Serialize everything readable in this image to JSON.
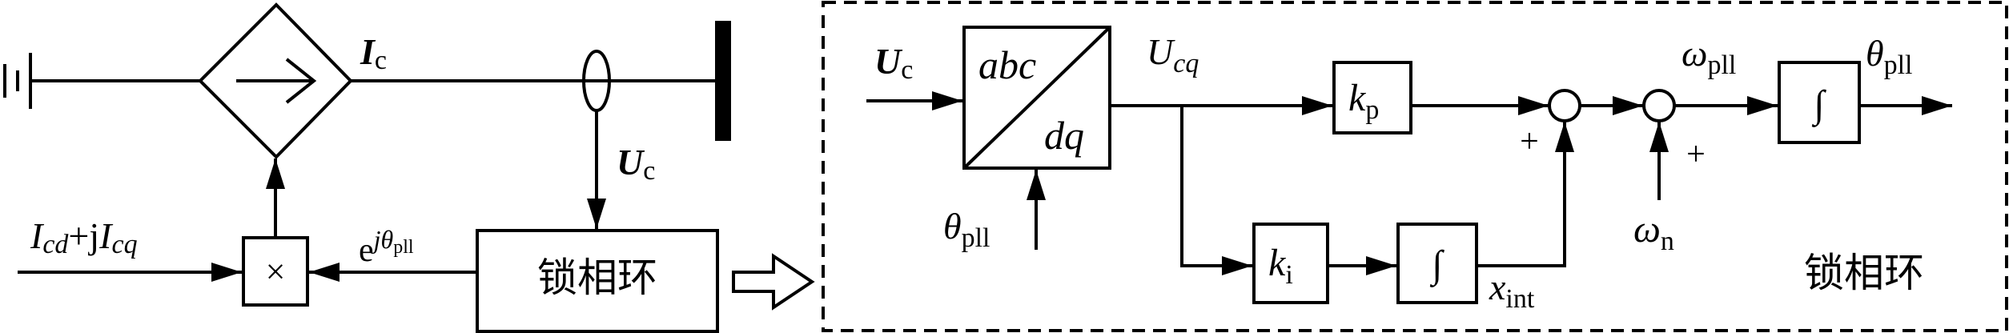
{
  "left": {
    "current_label": {
      "main": "I",
      "sub": "c"
    },
    "voltage_label": {
      "main": "U",
      "sub": "c"
    },
    "input_label": {
      "part1": "I",
      "sub1": "cd",
      "plus": "+j",
      "part2": "I",
      "sub2": "cq"
    },
    "multiply_symbol": "×",
    "exp_label": {
      "base": "e",
      "sup1": "jθ",
      "sup_sub": "pll"
    },
    "pll_label": "锁相环"
  },
  "right": {
    "uc_label": {
      "main": "U",
      "sub": "c"
    },
    "transform_top": "abc",
    "transform_bottom": "dq",
    "ucq_label": {
      "main": "U",
      "sub": "cq"
    },
    "theta_in_label": {
      "main": "θ",
      "sub": "pll"
    },
    "kp_label": {
      "main": "k",
      "sub": "p"
    },
    "ki_label": {
      "main": "k",
      "sub": "i"
    },
    "integrator_symbol": "∫",
    "xint_label": {
      "main": "x",
      "sub": "int"
    },
    "plus1": "+",
    "plus2": "+",
    "omega_pll_label": {
      "main": "ω",
      "sub": "pll"
    },
    "omega_n_label": {
      "main": "ω",
      "sub": "n"
    },
    "theta_out_label": {
      "main": "θ",
      "sub": "pll"
    },
    "title": "锁相环"
  }
}
